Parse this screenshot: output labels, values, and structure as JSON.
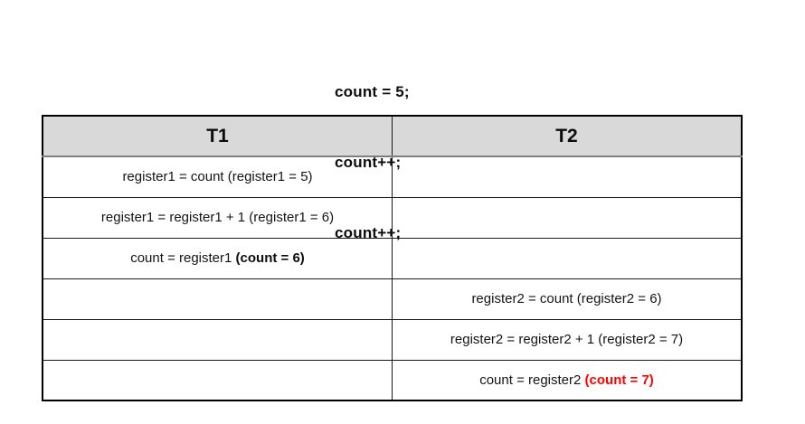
{
  "code_block": {
    "lines": [
      "count = 5;",
      "count++;",
      "count++;"
    ]
  },
  "table": {
    "headers": [
      "T1",
      "T2"
    ],
    "rows": [
      {
        "t1": "register1 = count (register1 = 5)",
        "t1_emphasis": "",
        "t2": "",
        "t2_emphasis": ""
      },
      {
        "t1": "register1 = register1 + 1 (register1 = 6)",
        "t1_emphasis": "",
        "t2": "",
        "t2_emphasis": ""
      },
      {
        "t1": "count = register1",
        "t1_emphasis": "(count = 6)",
        "t2": "",
        "t2_emphasis": ""
      },
      {
        "t1": "",
        "t1_emphasis": "",
        "t2": "register2 = count (register2 = 6)",
        "t2_emphasis": ""
      },
      {
        "t1": "",
        "t1_emphasis": "",
        "t2": "register2 = register2 + 1 (register2 = 7)",
        "t2_emphasis": ""
      },
      {
        "t1": "",
        "t1_emphasis": "",
        "t2": "count = register2",
        "t2_emphasis": "(count = 7)"
      }
    ]
  },
  "colors": {
    "header_bg": "#d9d9d9",
    "border": "#000000",
    "text": "#000000",
    "emphasis_red": "#ff0000"
  }
}
